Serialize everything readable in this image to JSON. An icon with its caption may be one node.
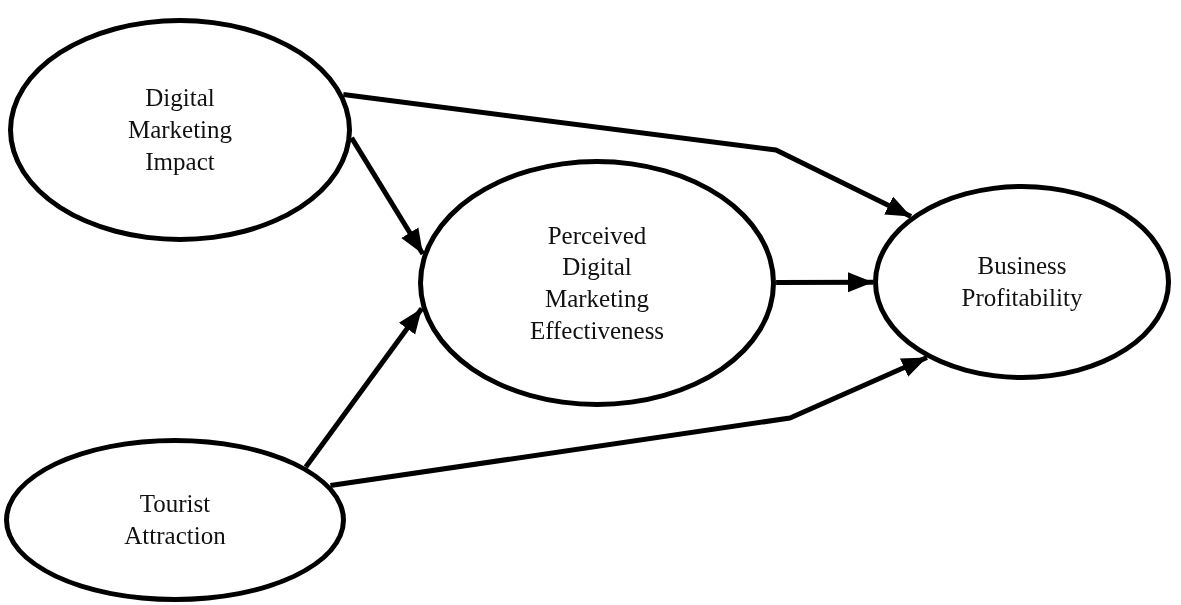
{
  "diagram": {
    "nodes": [
      {
        "text": [
          "Digital Marketing Impact"
        ]
      },
      {
        "text": [
          "Perceived Digital Marketing Effectiveness"
        ]
      },
      {
        "text": [
          "Business Profitability"
        ]
      },
      {
        "text": [
          "Tourist Attraction"
        ]
      }
    ],
    "edges": [
      {
        "from": 0,
        "to": 2,
        "arrow": "to"
      },
      {
        "from": 0,
        "to": 1,
        "arrow": "to"
      },
      {
        "from": 3,
        "to": 1,
        "arrow": "to"
      },
      {
        "from": 1,
        "to": 2,
        "arrow": "to"
      },
      {
        "from": 3,
        "to": 2,
        "arrow": "to"
      }
    ]
  }
}
